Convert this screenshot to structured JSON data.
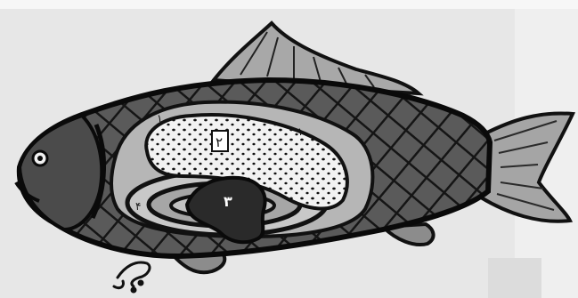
{
  "diagram": {
    "labels": [
      {
        "id": "label-1",
        "text": "۱"
      },
      {
        "id": "label-2",
        "text": "۲"
      },
      {
        "id": "label-3",
        "text": "۳"
      },
      {
        "id": "label-4",
        "text": "۴"
      }
    ]
  }
}
